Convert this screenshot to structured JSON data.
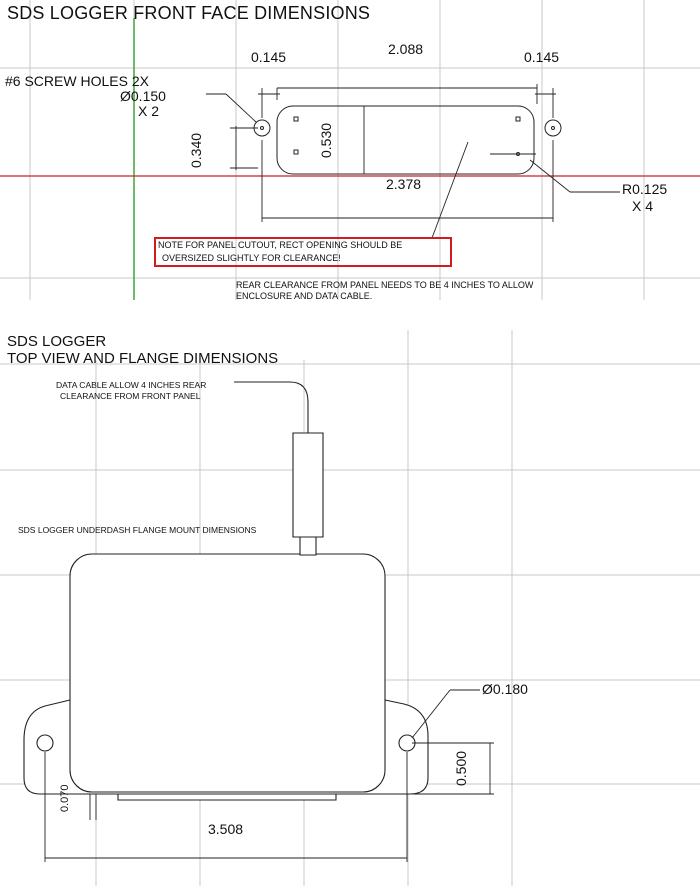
{
  "front": {
    "title": "SDS LOGGER FRONT FACE DIMENSIONS",
    "dim_left": "0.145",
    "dim_top": "2.088",
    "dim_right": "0.145",
    "screw_holes_line1": "#6 SCREW HOLES 2X",
    "screw_holes_line2": "Ø0.150",
    "screw_holes_line3": "X 2",
    "dim_0340": "0.340",
    "dim_0530": "0.530",
    "dim_2378": "2.378",
    "radius_line1": "R0.125",
    "radius_line2": "X 4",
    "note_line1": "NOTE FOR PANEL CUTOUT, RECT OPENING SHOULD BE",
    "note_line2": "OVERSIZED SLIGHTLY FOR CLEARANCE!",
    "rear_line1": "REAR CLEARANCE FROM PANEL NEEDS TO BE 4 INCHES TO ALLOW",
    "rear_line2": "ENCLOSURE AND DATA CABLE."
  },
  "top": {
    "title_line1": "SDS LOGGER",
    "title_line2": "TOP VIEW AND FLANGE DIMENSIONS",
    "cable_note_line1": "DATA CABLE ALLOW 4 INCHES REAR",
    "cable_note_line2": "CLEARANCE FROM FRONT PANEL",
    "flange_label": "SDS LOGGER UNDERDASH FLANGE MOUNT DIMENSIONS",
    "dim_0180": "Ø0.180",
    "dim_0500": "0.500",
    "dim_0070": "0.070",
    "dim_3508": "3.508"
  },
  "colors": {
    "grid": "#c8c8c8",
    "line": "#222222",
    "axis_green": "#2ea02e",
    "axis_red": "#cc2222",
    "note_border": "#d31b1b"
  }
}
